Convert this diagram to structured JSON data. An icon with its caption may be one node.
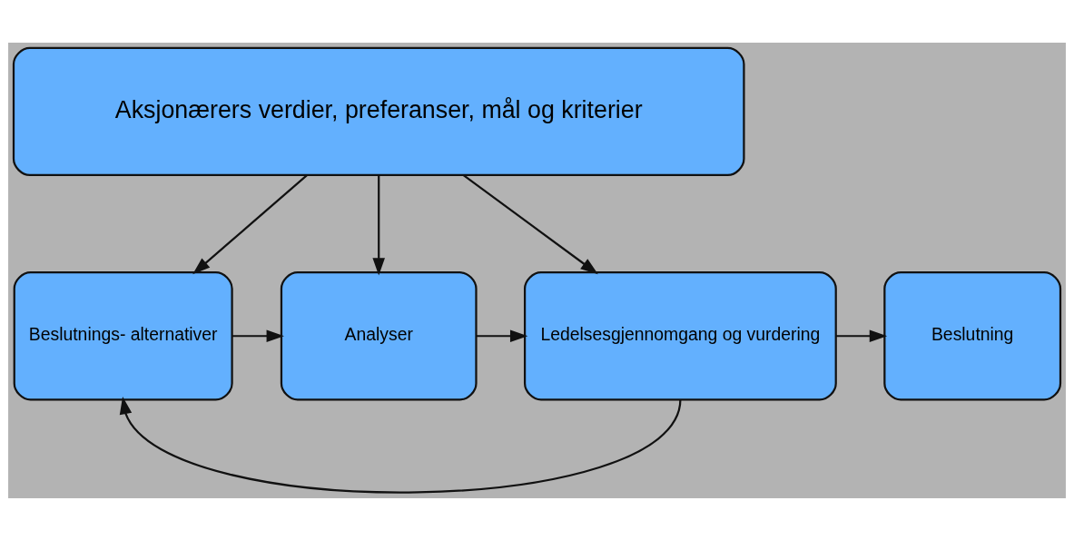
{
  "diagram": {
    "nodes": [
      {
        "text": [
          "Aksjonærers verdier, preferanser, mål og kriterier"
        ]
      },
      {
        "text": [
          "Beslutnings- alternativer"
        ]
      },
      {
        "text": [
          "Analyser"
        ]
      },
      {
        "text": [
          "Ledelsesgjennomgang og vurdering"
        ]
      },
      {
        "text": [
          "Beslutning"
        ]
      }
    ],
    "edges": [
      {
        "from": 0,
        "to": 1,
        "arrow": "to"
      },
      {
        "from": 0,
        "to": 2,
        "arrow": "to"
      },
      {
        "from": 0,
        "to": 3,
        "arrow": "to"
      },
      {
        "from": 1,
        "to": 2,
        "arrow": "to"
      },
      {
        "from": 2,
        "to": 3,
        "arrow": "to"
      },
      {
        "from": 3,
        "to": 4,
        "arrow": "to"
      },
      {
        "from": 3,
        "to": 1,
        "arrow": "to"
      }
    ]
  }
}
